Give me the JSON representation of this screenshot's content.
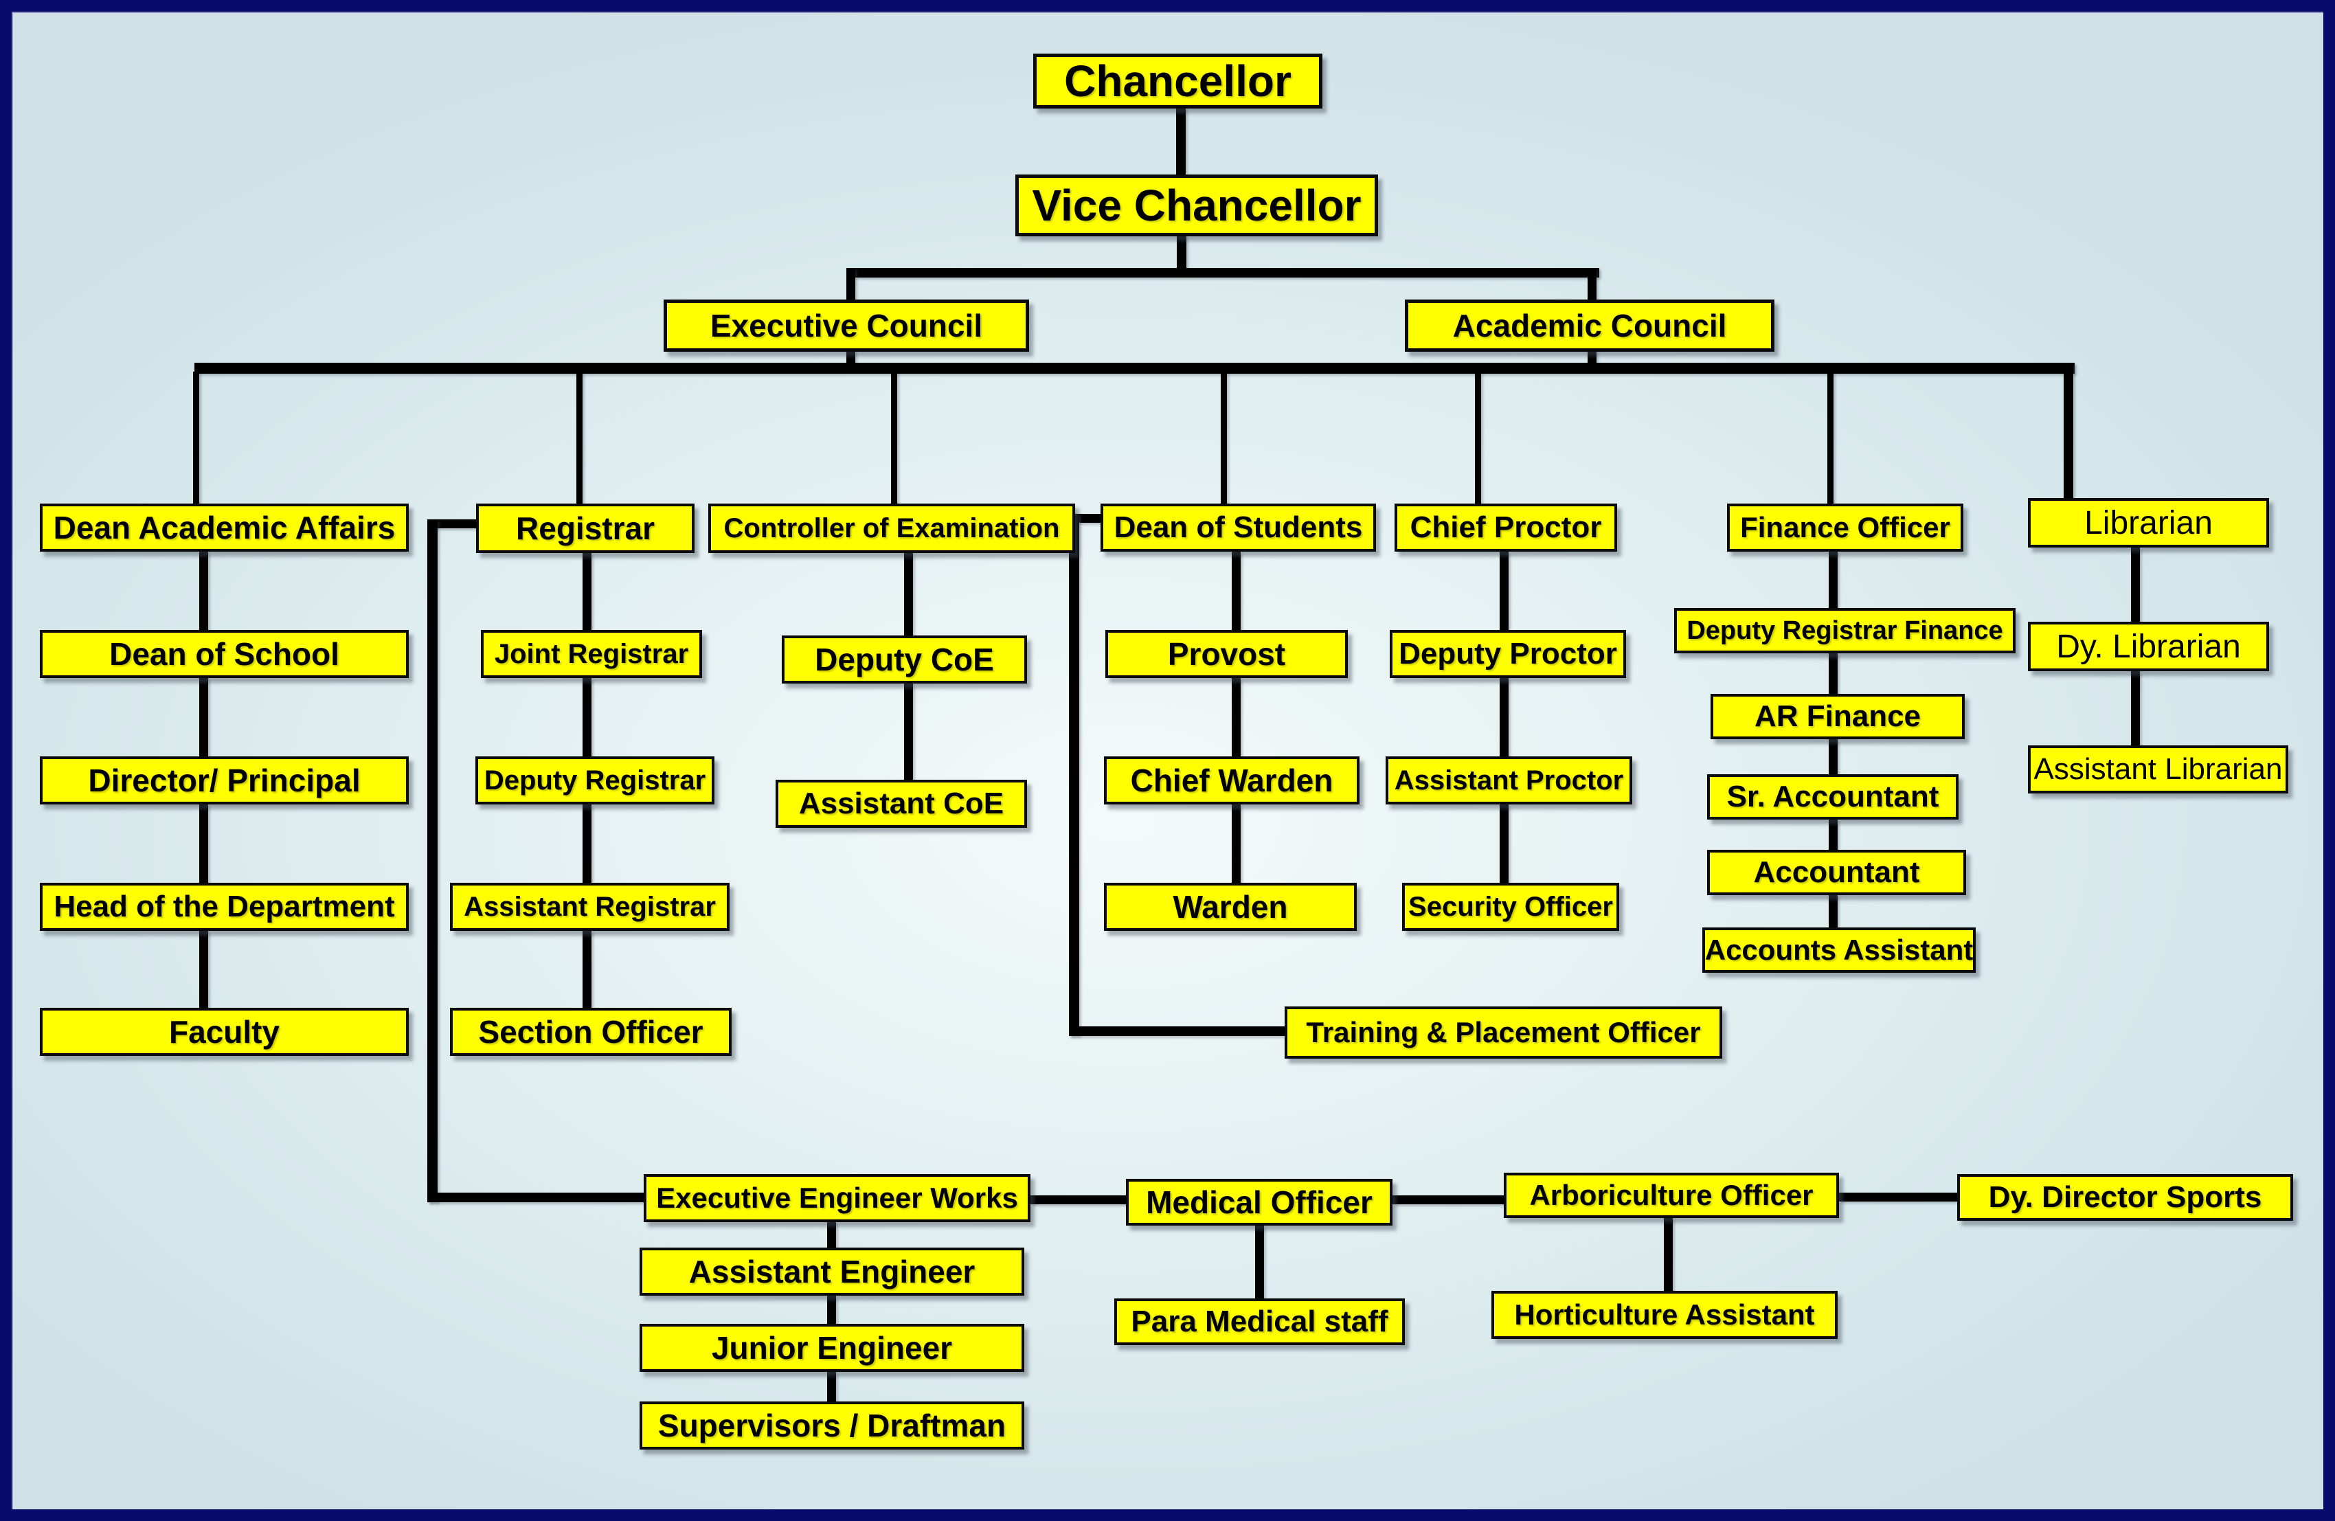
{
  "diagram_type": "org-chart",
  "colors": {
    "node_fill": "#ffff00",
    "node_border": "#0a0a0a",
    "connector": "#000000",
    "page_border": "#060a6b",
    "background": "#d9e9ec"
  },
  "nodes": {
    "chancellor": "Chancellor",
    "vice_chancellor": "Vice Chancellor",
    "executive_council": "Executive Council",
    "academic_council": "Academic Council",
    "dean_academic_affairs": "Dean Academic Affairs",
    "dean_of_school": "Dean of School",
    "director_principal": "Director/ Principal",
    "head_of_department": "Head of the Department",
    "faculty": "Faculty",
    "registrar": "Registrar",
    "joint_registrar": "Joint Registrar",
    "deputy_registrar": "Deputy Registrar",
    "assistant_registrar": "Assistant Registrar",
    "section_officer": "Section Officer",
    "controller_of_examination": "Controller of Examination",
    "deputy_coe": "Deputy CoE",
    "assistant_coe": "Assistant CoE",
    "dean_of_students": "Dean of Students",
    "provost": "Provost",
    "chief_warden": "Chief Warden",
    "warden": "Warden",
    "chief_proctor": "Chief Proctor",
    "deputy_proctor": "Deputy Proctor",
    "assistant_proctor": "Assistant Proctor",
    "security_officer": "Security Officer",
    "finance_officer": "Finance Officer",
    "deputy_registrar_finance": "Deputy Registrar Finance",
    "ar_finance": "AR Finance",
    "sr_accountant": "Sr. Accountant",
    "accountant": "Accountant",
    "accounts_assistant": "Accounts Assistant",
    "librarian": "Librarian",
    "dy_librarian": "Dy. Librarian",
    "assistant_librarian": "Assistant Librarian",
    "training_placement_officer": "Training & Placement Officer",
    "executive_engineer_works": "Executive Engineer Works",
    "assistant_engineer": "Assistant Engineer",
    "junior_engineer": "Junior  Engineer",
    "supervisors_draftman": "Supervisors / Draftman",
    "medical_officer": "Medical Officer",
    "para_medical_staff": "Para Medical staff",
    "arboriculture_officer": "Arboriculture Officer",
    "horticulture_assistant": "Horticulture Assistant",
    "dy_director_sports": "Dy. Director Sports"
  },
  "hierarchy": {
    "chancellor": [
      "vice_chancellor"
    ],
    "vice_chancellor": [
      "executive_council",
      "academic_council"
    ],
    "councils_trunk": [
      "dean_academic_affairs",
      "registrar",
      "controller_of_examination",
      "dean_of_students",
      "chief_proctor",
      "finance_officer",
      "librarian"
    ],
    "dean_academic_affairs": [
      "dean_of_school"
    ],
    "dean_of_school": [
      "director_principal"
    ],
    "director_principal": [
      "head_of_department"
    ],
    "head_of_department": [
      "faculty"
    ],
    "registrar": [
      "joint_registrar",
      "executive_engineer_works"
    ],
    "joint_registrar": [
      "deputy_registrar"
    ],
    "deputy_registrar": [
      "assistant_registrar"
    ],
    "assistant_registrar": [
      "section_officer"
    ],
    "controller_of_examination": [
      "deputy_coe"
    ],
    "deputy_coe": [
      "assistant_coe"
    ],
    "dean_of_students": [
      "provost",
      "training_placement_officer"
    ],
    "provost": [
      "chief_warden"
    ],
    "chief_warden": [
      "warden"
    ],
    "chief_proctor": [
      "deputy_proctor"
    ],
    "deputy_proctor": [
      "assistant_proctor"
    ],
    "assistant_proctor": [
      "security_officer"
    ],
    "finance_officer": [
      "deputy_registrar_finance"
    ],
    "deputy_registrar_finance": [
      "ar_finance"
    ],
    "ar_finance": [
      "sr_accountant"
    ],
    "sr_accountant": [
      "accountant"
    ],
    "accountant": [
      "accounts_assistant"
    ],
    "librarian": [
      "dy_librarian"
    ],
    "dy_librarian": [
      "assistant_librarian"
    ],
    "executive_engineer_works": [
      "assistant_engineer",
      "medical_officer"
    ],
    "assistant_engineer": [
      "junior_engineer"
    ],
    "junior_engineer": [
      "supervisors_draftman"
    ],
    "medical_officer": [
      "para_medical_staff",
      "arboriculture_officer"
    ],
    "arboriculture_officer": [
      "horticulture_assistant",
      "dy_director_sports"
    ]
  }
}
